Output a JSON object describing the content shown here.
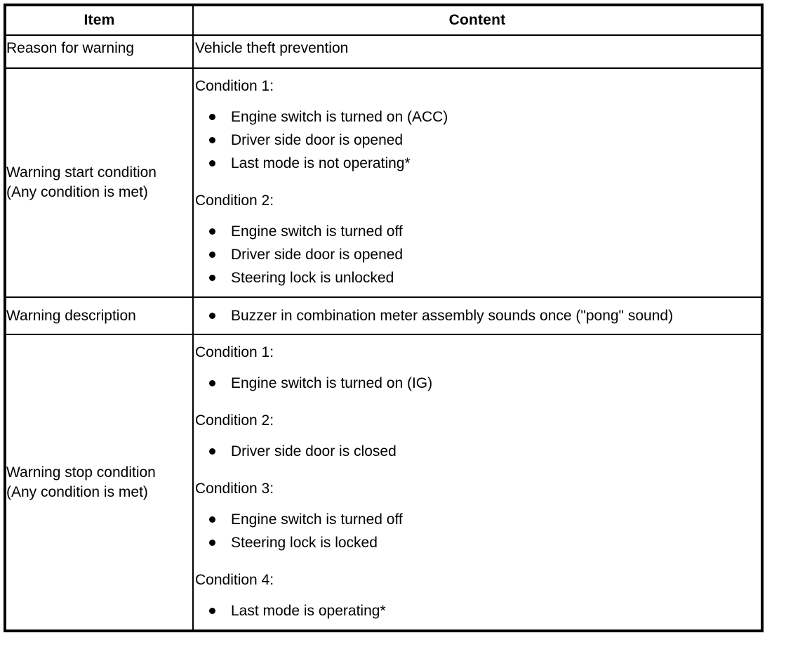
{
  "table": {
    "headers": {
      "item": "Item",
      "content": "Content"
    },
    "rows": [
      {
        "key": "reason",
        "item_lines": [
          "Reason for warning"
        ],
        "content_text": "Vehicle theft prevention"
      },
      {
        "key": "start_condition",
        "item_lines": [
          "Warning start condition",
          "(Any condition is met)"
        ],
        "conditions": [
          {
            "label": "Condition 1:",
            "bullets": [
              "Engine switch is turned on (ACC)",
              "Driver side door is opened",
              "Last mode is not operating*"
            ]
          },
          {
            "label": "Condition 2:",
            "bullets": [
              "Engine switch is turned off",
              "Driver side door is opened",
              "Steering lock is unlocked"
            ]
          }
        ]
      },
      {
        "key": "description",
        "item_lines": [
          "Warning description"
        ],
        "bullets": [
          "Buzzer in combination meter assembly sounds once (\"pong\" sound)"
        ]
      },
      {
        "key": "stop_condition",
        "item_lines": [
          "Warning stop condition",
          "(Any condition is met)"
        ],
        "conditions": [
          {
            "label": "Condition 1:",
            "bullets": [
              "Engine switch is turned on (IG)"
            ]
          },
          {
            "label": "Condition 2:",
            "bullets": [
              "Driver side door is closed"
            ]
          },
          {
            "label": "Condition 3:",
            "bullets": [
              "Engine switch is turned off",
              "Steering lock is locked"
            ]
          },
          {
            "label": "Condition 4:",
            "bullets": [
              "Last mode is operating*"
            ]
          }
        ]
      }
    ]
  },
  "colors": {
    "border": "#000000",
    "text": "#000000",
    "background": "#ffffff"
  }
}
